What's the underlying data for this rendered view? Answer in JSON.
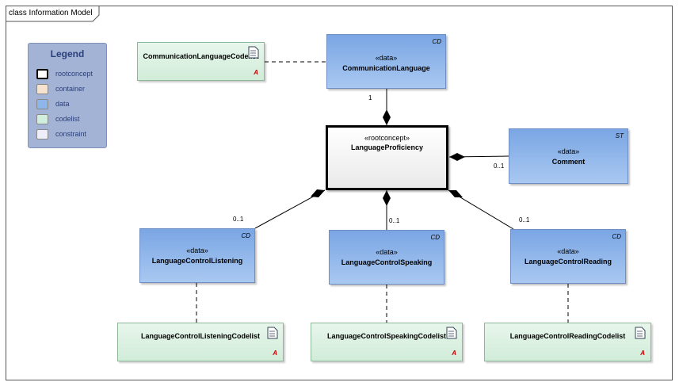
{
  "frame_label": "class Information Model",
  "legend": {
    "title": "Legend",
    "items": [
      {
        "label": "rootconcept",
        "fill": "#ffffff",
        "border": "#000000"
      },
      {
        "label": "container",
        "fill": "#f7e2cf",
        "border": "#b8a090"
      },
      {
        "label": "data",
        "fill": "#8fb6ea",
        "border": "#6f8fc4"
      },
      {
        "label": "codelist",
        "fill": "#cfeedd",
        "border": "#8eb89a"
      },
      {
        "label": "constraint",
        "fill": "#eeeefa",
        "border": "#a0a0c0"
      }
    ]
  },
  "classes": {
    "communication_language": {
      "stereotype": "«data»",
      "name": "CommunicationLanguage",
      "tag": "CD"
    },
    "language_proficiency": {
      "stereotype": "«rootconcept»",
      "name": "LanguageProficiency"
    },
    "comment": {
      "stereotype": "«data»",
      "name": "Comment",
      "tag": "ST"
    },
    "listening": {
      "stereotype": "«data»",
      "name": "LanguageControlListening",
      "tag": "CD"
    },
    "speaking": {
      "stereotype": "«data»",
      "name": "LanguageControlSpeaking",
      "tag": "CD"
    },
    "reading": {
      "stereotype": "«data»",
      "name": "LanguageControlReading",
      "tag": "CD"
    }
  },
  "codelists": {
    "communication": {
      "name": "CommunicationLanguageCodelist",
      "mark": "A"
    },
    "listening": {
      "name": "LanguageControlListeningCodelist",
      "mark": "A"
    },
    "speaking": {
      "name": "LanguageControlSpeakingCodelist",
      "mark": "A"
    },
    "reading": {
      "name": "LanguageControlReadingCodelist",
      "mark": "A"
    }
  },
  "multiplicities": {
    "communication": "1",
    "comment": "0..1",
    "listening": "0..1",
    "speaking": "0..1",
    "reading": "0..1"
  }
}
